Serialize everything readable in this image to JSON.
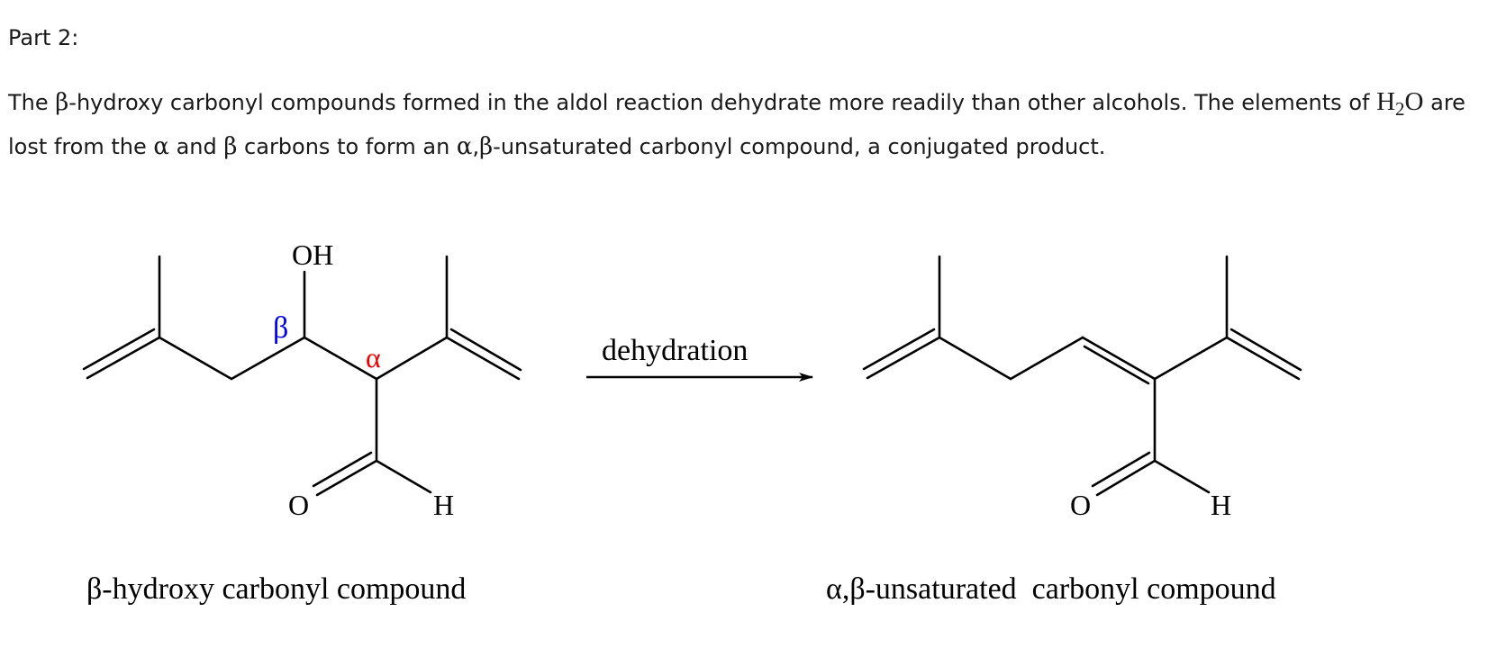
{
  "heading": "Part 2:",
  "paragraph": {
    "t1": "The ",
    "beta1": "β",
    "t2": "-hydroxy carbonyl compounds formed in the aldol reaction dehydrate more readily than other alcohols. The elements of ",
    "formula_h": "H",
    "formula_sub": "2",
    "formula_o": "O",
    "t3": " are lost from the ",
    "alpha1": "α",
    "t4": " and ",
    "beta2": "β",
    "t5": " carbons to form an ",
    "alpha2": "α",
    "t6": ",",
    "beta3": "β",
    "t7": "-unsaturated carbonyl compound, a conjugated product."
  },
  "reactant": {
    "oh_label": "OH",
    "beta_label": "β",
    "alpha_label": "α",
    "o_label": "O",
    "h_label": "H",
    "caption": "β-hydroxy carbonyl compound"
  },
  "arrow": {
    "label": "dehydration"
  },
  "product": {
    "o_label": "O",
    "h_label": "H",
    "caption": "α,β-unsaturated  carbonyl compound"
  },
  "colors": {
    "beta_label": "#0000ee",
    "alpha_label": "#ee0000",
    "bonds": "#000000",
    "text": "#1a1a1a"
  }
}
